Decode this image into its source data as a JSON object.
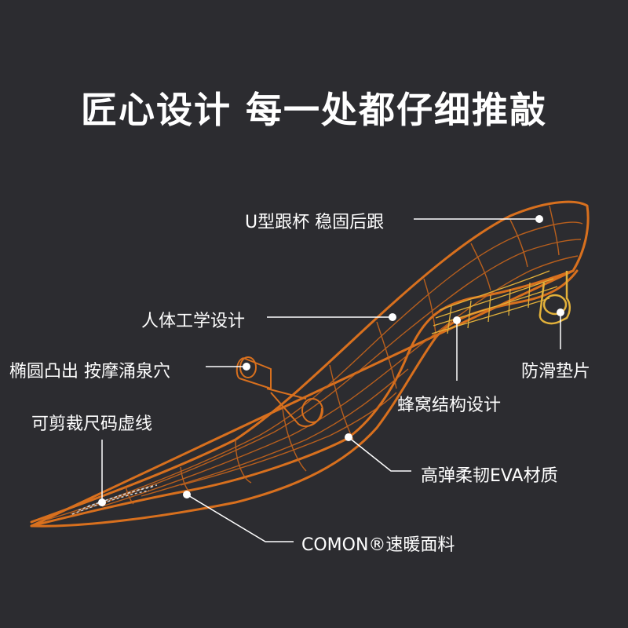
{
  "title": "匠心设计 每一处都仔细推敲",
  "labels": {
    "u_heel": "U型跟杯 稳固后跟",
    "ergonomic": "人体工学设计",
    "massage": "椭圆凸出 按摩涌泉穴",
    "anti_slip": "防滑垫片",
    "honeycomb": "蜂窝结构设计",
    "cut_line": "可剪裁尺码虚线",
    "eva": "高弹柔韧EVA材质",
    "comon": "COMON®速暖面料"
  },
  "colors": {
    "background": "#2c2c30",
    "outline": "#d8701e",
    "honeycomb": "#e2b13a",
    "text": "#ffffff"
  }
}
